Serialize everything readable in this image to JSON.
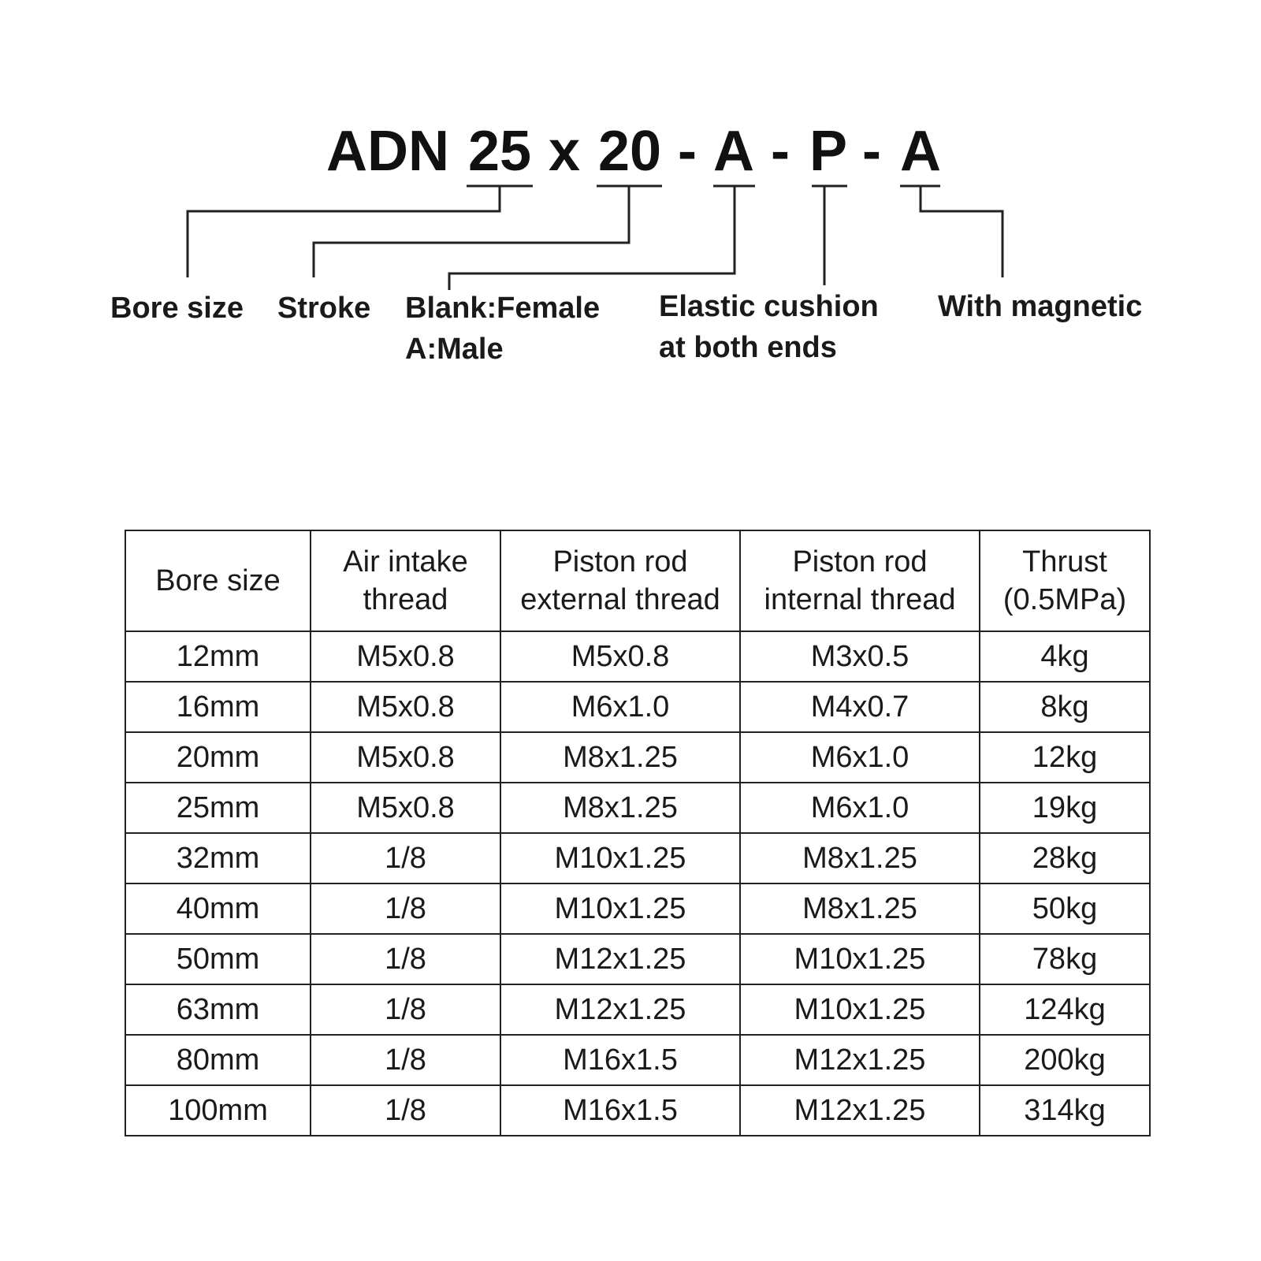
{
  "code": {
    "prefix": "ADN",
    "bore": "25",
    "times": "x",
    "stroke": "20",
    "dash1": "-",
    "rod": "A",
    "dash2": "-",
    "cushion": "P",
    "dash3": "-",
    "magnetic": "A"
  },
  "labels": {
    "bore": "Bore size",
    "stroke": "Stroke",
    "rod_line1": "Blank:Female",
    "rod_line2": "A:Male",
    "cushion_line1": "Elastic cushion",
    "cushion_line2": "at both ends",
    "magnetic": "With magnetic"
  },
  "table": {
    "headers": [
      [
        "Bore size"
      ],
      [
        "Air intake",
        "thread"
      ],
      [
        "Piston rod",
        "external thread"
      ],
      [
        "Piston rod",
        "internal thread"
      ],
      [
        "Thrust",
        "(0.5MPa)"
      ]
    ],
    "rows": [
      [
        "12mm",
        "M5x0.8",
        "M5x0.8",
        "M3x0.5",
        "4kg"
      ],
      [
        "16mm",
        "M5x0.8",
        "M6x1.0",
        "M4x0.7",
        "8kg"
      ],
      [
        "20mm",
        "M5x0.8",
        "M8x1.25",
        "M6x1.0",
        "12kg"
      ],
      [
        "25mm",
        "M5x0.8",
        "M8x1.25",
        "M6x1.0",
        "19kg"
      ],
      [
        "32mm",
        "1/8",
        "M10x1.25",
        "M8x1.25",
        "28kg"
      ],
      [
        "40mm",
        "1/8",
        "M10x1.25",
        "M8x1.25",
        "50kg"
      ],
      [
        "50mm",
        "1/8",
        "M12x1.25",
        "M10x1.25",
        "78kg"
      ],
      [
        "63mm",
        "1/8",
        "M12x1.25",
        "M10x1.25",
        "124kg"
      ],
      [
        "80mm",
        "1/8",
        "M16x1.5",
        "M12x1.25",
        "200kg"
      ],
      [
        "100mm",
        "1/8",
        "M16x1.5",
        "M12x1.25",
        "314kg"
      ]
    ]
  }
}
